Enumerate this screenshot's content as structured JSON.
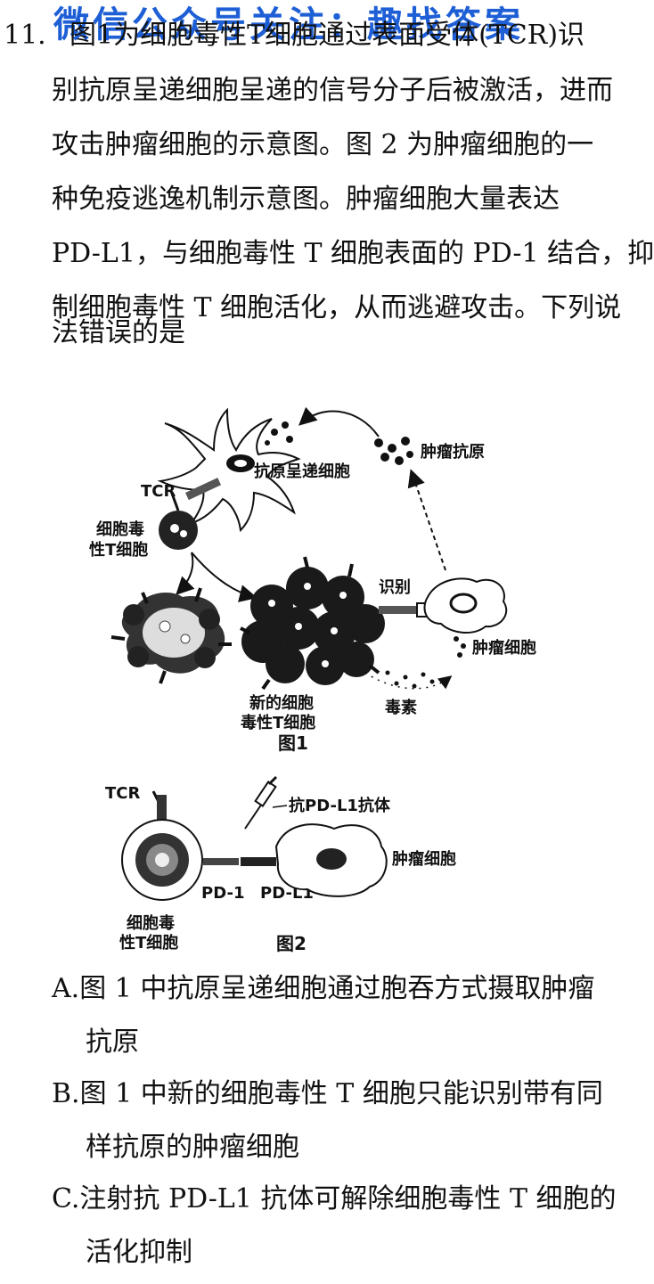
{
  "question": {
    "number": "11.",
    "watermark": "微信公众号关注：趣找答案",
    "lines": [
      "图1为细胞毒性T细胞通过表面受体(TCR)识",
      "别抗原呈递细胞呈递的信号分子后被激活，进而",
      "攻击肿瘤细胞的示意图。图 2 为肿瘤细胞的一",
      "种免疫逃逸机制示意图。肿瘤细胞大量表达",
      "PD-L1，与细胞毒性 T 细胞表面的 PD-1 结合，抑",
      "制细胞毒性 T 细胞活化，从而逃避攻击。下列说",
      "法错误的是"
    ]
  },
  "figure1": {
    "caption": "图1",
    "labels": {
      "apc": "抗原呈递细胞",
      "tumor_antigen": "肿瘤抗原",
      "tcr": "TCR",
      "tcell_1": "细胞毒",
      "tcell_2": "性T细胞",
      "recognize": "识别",
      "tumor_cell": "肿瘤细胞",
      "new_tcell_1": "新的细胞",
      "new_tcell_2": "毒性T细胞",
      "toxin": "毒素"
    }
  },
  "figure2": {
    "caption": "图2",
    "labels": {
      "tcr": "TCR",
      "antibody": "抗PD-L1抗体",
      "tumor_cell": "肿瘤细胞",
      "pd1": "PD-1",
      "pdl1": "PD-L1",
      "tcell_1": "细胞毒",
      "tcell_2": "性T细胞"
    }
  },
  "options": [
    {
      "letter": "A.",
      "lines": [
        "图 1 中抗原呈递细胞通过胞吞方式摄取肿瘤",
        "抗原"
      ]
    },
    {
      "letter": "B.",
      "lines": [
        "图 1 中新的细胞毒性 T 细胞只能识别带有同",
        "样抗原的肿瘤细胞"
      ]
    },
    {
      "letter": "C.",
      "lines": [
        "注射抗 PD-L1 抗体可解除细胞毒性 T 细胞的",
        "活化抑制"
      ]
    }
  ]
}
